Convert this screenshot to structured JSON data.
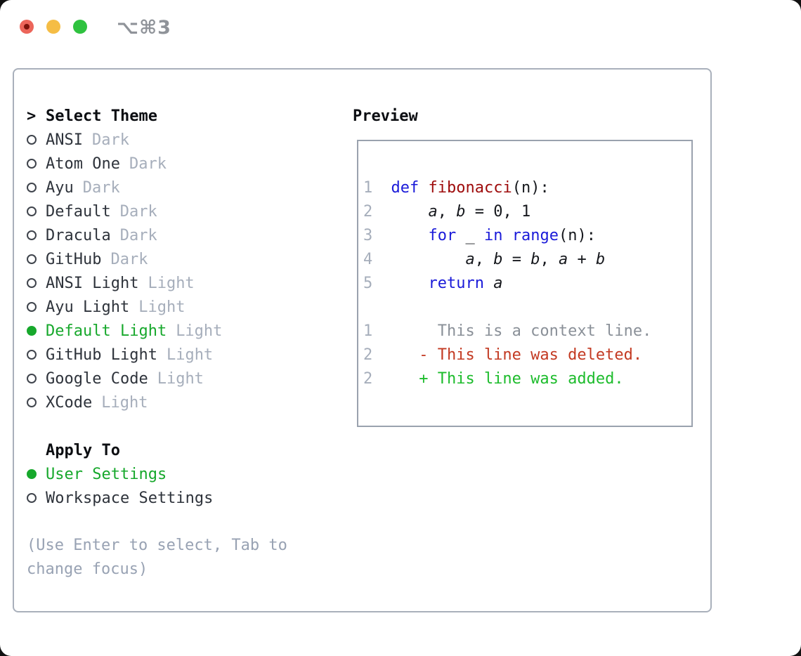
{
  "window": {
    "title": "⌥⌘3"
  },
  "traffic_lights": {
    "close_color": "#ec655a",
    "minimize_color": "#f5bd45",
    "zoom_color": "#2fc23f"
  },
  "theme_list": {
    "prompt": ">",
    "header": "Select Theme",
    "items": [
      {
        "name": "ANSI",
        "variant": "Dark",
        "selected": false
      },
      {
        "name": "Atom One",
        "variant": "Dark",
        "selected": false
      },
      {
        "name": "Ayu",
        "variant": "Dark",
        "selected": false
      },
      {
        "name": "Default",
        "variant": "Dark",
        "selected": false
      },
      {
        "name": "Dracula",
        "variant": "Dark",
        "selected": false
      },
      {
        "name": "GitHub",
        "variant": "Dark",
        "selected": false
      },
      {
        "name": "ANSI Light",
        "variant": "Light",
        "selected": false
      },
      {
        "name": "Ayu Light",
        "variant": "Light",
        "selected": false
      },
      {
        "name": "Default Light",
        "variant": "Light",
        "selected": true
      },
      {
        "name": "GitHub Light",
        "variant": "Light",
        "selected": false
      },
      {
        "name": "Google Code",
        "variant": "Light",
        "selected": false
      },
      {
        "name": "XCode",
        "variant": "Light",
        "selected": false
      }
    ]
  },
  "apply_to": {
    "header": "Apply To",
    "options": [
      {
        "label": "User Settings",
        "selected": true
      },
      {
        "label": "Workspace Settings",
        "selected": false
      }
    ]
  },
  "help_text": "(Use Enter to select, Tab to change focus)",
  "preview": {
    "header": "Preview",
    "lines": [
      {
        "num": "1",
        "tokens": [
          {
            "t": "  ",
            "c": "p"
          },
          {
            "t": "def",
            "c": "kw"
          },
          {
            "t": " ",
            "c": "p"
          },
          {
            "t": "fibonacci",
            "c": "fn"
          },
          {
            "t": "(n):",
            "c": "p"
          }
        ]
      },
      {
        "num": "2",
        "tokens": [
          {
            "t": "      ",
            "c": "p"
          },
          {
            "t": "a",
            "c": "v"
          },
          {
            "t": ", ",
            "c": "p"
          },
          {
            "t": "b",
            "c": "v"
          },
          {
            "t": " = 0, 1",
            "c": "p"
          }
        ]
      },
      {
        "num": "3",
        "tokens": [
          {
            "t": "      ",
            "c": "p"
          },
          {
            "t": "for",
            "c": "kw"
          },
          {
            "t": " _ ",
            "c": "p"
          },
          {
            "t": "in",
            "c": "kw"
          },
          {
            "t": " ",
            "c": "p"
          },
          {
            "t": "range",
            "c": "kw"
          },
          {
            "t": "(n):",
            "c": "p"
          }
        ]
      },
      {
        "num": "4",
        "tokens": [
          {
            "t": "          ",
            "c": "p"
          },
          {
            "t": "a",
            "c": "v"
          },
          {
            "t": ", ",
            "c": "p"
          },
          {
            "t": "b",
            "c": "v"
          },
          {
            "t": " = ",
            "c": "p"
          },
          {
            "t": "b",
            "c": "v"
          },
          {
            "t": ", ",
            "c": "p"
          },
          {
            "t": "a",
            "c": "v"
          },
          {
            "t": " + ",
            "c": "p"
          },
          {
            "t": "b",
            "c": "v"
          }
        ]
      },
      {
        "num": "5",
        "tokens": [
          {
            "t": "      ",
            "c": "p"
          },
          {
            "t": "return",
            "c": "kw"
          },
          {
            "t": " ",
            "c": "p"
          },
          {
            "t": "a",
            "c": "v"
          }
        ]
      },
      {
        "num": "",
        "tokens": []
      },
      {
        "num": "1",
        "tokens": [
          {
            "t": "       This is a context line.",
            "c": "ctx"
          }
        ]
      },
      {
        "num": "2",
        "tokens": [
          {
            "t": "     - This line was deleted.",
            "c": "del"
          }
        ]
      },
      {
        "num": "2",
        "tokens": [
          {
            "t": "     + This line was added.",
            "c": "add"
          }
        ]
      }
    ]
  },
  "colors": {
    "selected_green": "#17a82c",
    "keyword_blue": "#1a1ad9",
    "function_red": "#9e0b0b",
    "diff_deleted_red": "#c33a22",
    "diff_added_green": "#1dbc2c",
    "muted_label_gray": "#a6aebb",
    "context_gray": "#8a9098",
    "panel_border": "#a9b0bb"
  }
}
